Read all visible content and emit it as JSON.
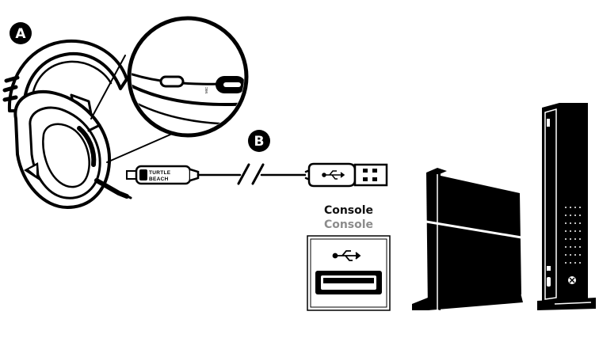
{
  "badges": {
    "a": "A",
    "b": "B"
  },
  "labels": {
    "console_primary": "Console",
    "console_secondary": "Console"
  },
  "cable_brand": {
    "line1": "TURTLE",
    "line2": "BEACH"
  },
  "mic_port_label": "MIC",
  "colors": {
    "ink": "#000000",
    "secondary_label": "#8c8c8c",
    "background": "#ffffff"
  },
  "icons": [
    "usb-icon",
    "headset-icon",
    "turtle-beach-logo-icon",
    "microphone-icon",
    "xbox-logo-icon"
  ]
}
